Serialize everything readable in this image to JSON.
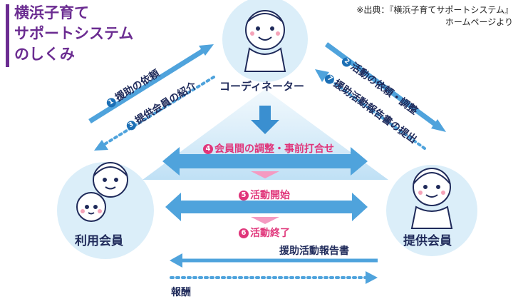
{
  "title": {
    "line1": "横浜子育て",
    "line2": "サポートシステム",
    "line3": "のしくみ"
  },
  "source": {
    "line1": "※出典：『横浜子育てサポートシステム』",
    "line2": "ホームページより"
  },
  "nodes": {
    "coordinator": "コーディネーター",
    "user": "利用会員",
    "provider": "提供会員"
  },
  "left_flows": [
    {
      "num": "1",
      "label": "援助の依頼"
    },
    {
      "num": "3",
      "label": "提供会員の紹介"
    }
  ],
  "right_flows": [
    {
      "num": "2",
      "label": "活動の依頼・調整"
    },
    {
      "num": "7",
      "label": "援助活動報告書の提出"
    }
  ],
  "center_steps": [
    {
      "num": "4",
      "label": "会員間の調整・事前打合せ"
    },
    {
      "num": "5",
      "label": "活動開始"
    },
    {
      "num": "6",
      "label": "活動終了"
    }
  ],
  "report_label": "援助活動報告書",
  "payment_label": "報酬",
  "colors": {
    "title": "#6b2c91",
    "arrow": "#4fa3dc",
    "pink": "#e0357a",
    "navy": "#1f2a5a",
    "circle": "#dbeef9"
  }
}
